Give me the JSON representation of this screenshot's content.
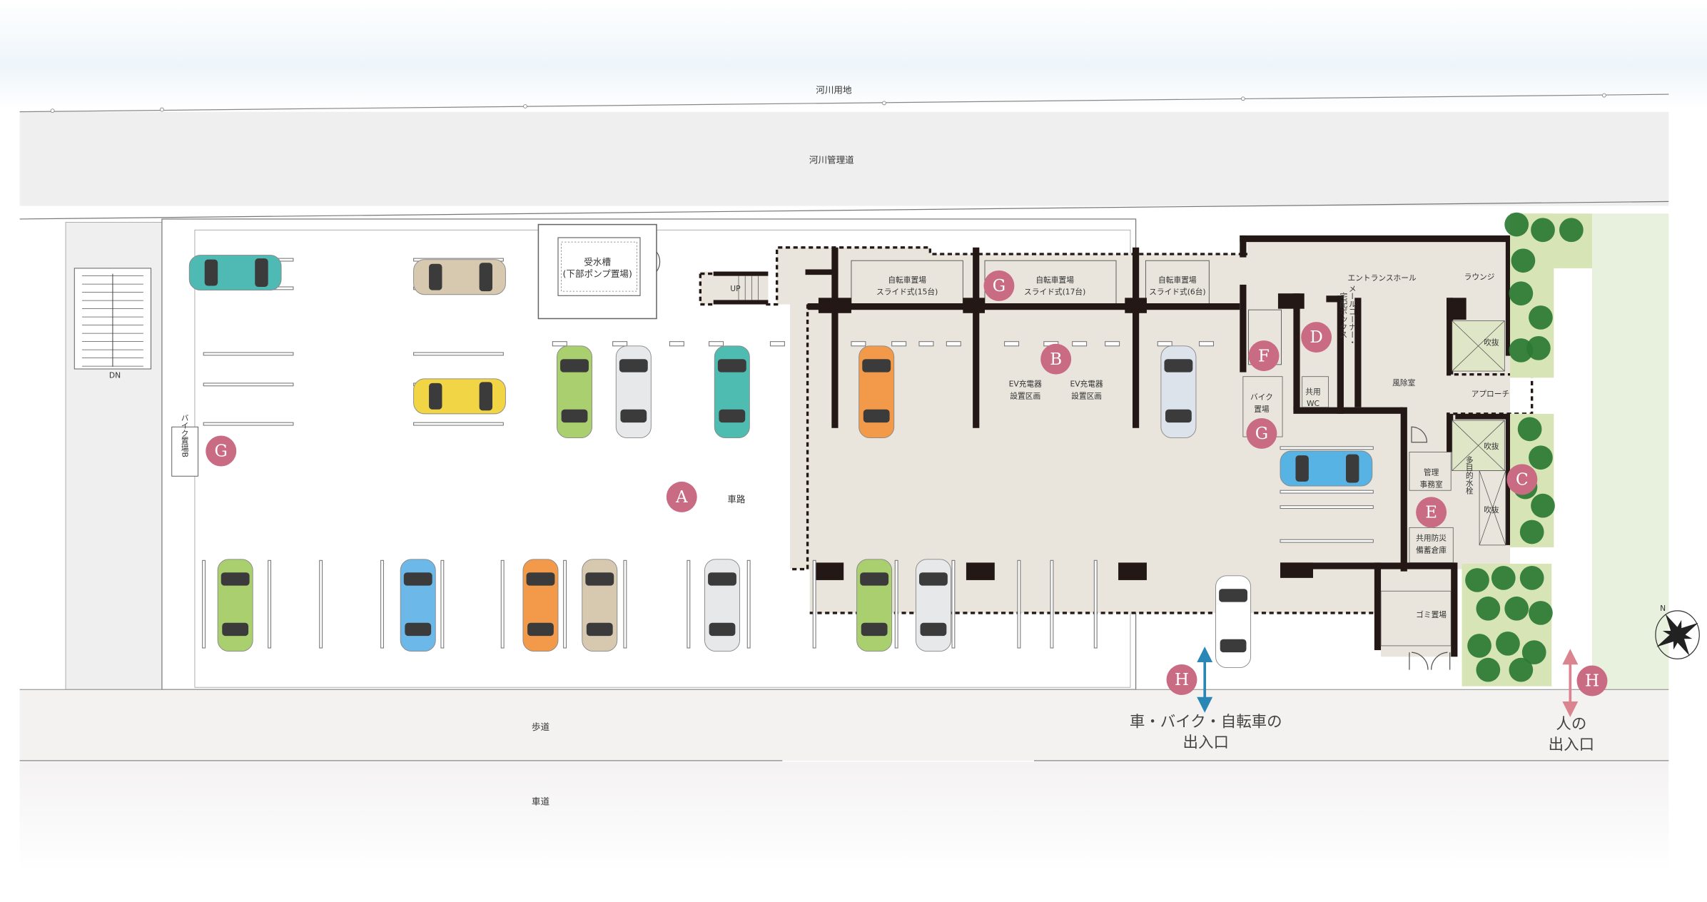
{
  "site": {
    "river_land": "河川用地",
    "river_road": "河川管理道",
    "sidewalk": "歩道",
    "roadway": "車道",
    "stairs_down": "DN",
    "stairs_up": "UP",
    "driveway": "車路"
  },
  "rooms": {
    "water_tank": [
      "受水槽",
      "(下部ポンプ置場)"
    ],
    "bike_15": [
      "自転車置場",
      "スライド式(15台)"
    ],
    "bike_17": [
      "自転車置場",
      "スライド式(17台)"
    ],
    "bike_6": [
      "自転車置場",
      "スライド式(6台)"
    ],
    "ev_1": [
      "EV充電器",
      "設置区画"
    ],
    "ev_2": [
      "EV充電器",
      "設置区画"
    ],
    "entrance_hall": "エントランスホール",
    "lounge": "ラウンジ",
    "mail_corner": [
      "メールコーナー・",
      "宅配ボックス"
    ],
    "windbreak": "風除室",
    "approach": "アプローチ",
    "void_1": "吹抜",
    "void_2": "吹抜",
    "void_3": "吹抜",
    "shared_wc": [
      "共用",
      "WC"
    ],
    "bike_parking": [
      "バイク",
      "置場"
    ],
    "bike_parking_b": "バイク置場B",
    "management_office": [
      "管理",
      "事務室"
    ],
    "multi_faucet": "多目的水栓",
    "disaster_storage": [
      "共用防災",
      "備蓄倉庫"
    ],
    "garbage": "ゴミ置場"
  },
  "markers": {
    "A": "A",
    "B": "B",
    "C": "C",
    "D": "D",
    "E": "E",
    "F": "F",
    "G": "G",
    "H": "H",
    "color": "#c96b82"
  },
  "entrances": {
    "vehicle": [
      "車・バイク・自転車の",
      "出入口"
    ],
    "pedestrian": [
      "人の",
      "出入口"
    ],
    "vehicle_arrow_color": "#2a86b5",
    "pedestrian_arrow_color": "#d9848f"
  },
  "compass": "N"
}
